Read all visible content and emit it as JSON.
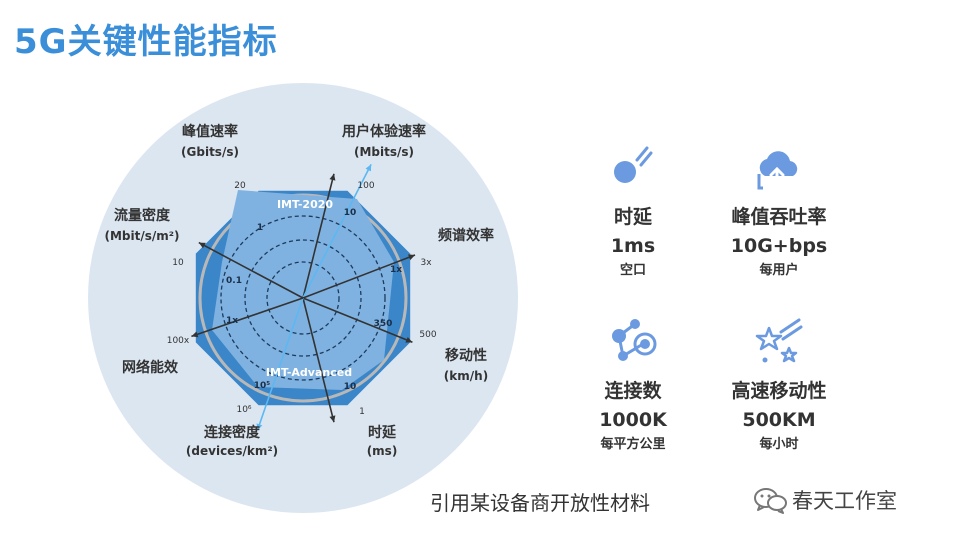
{
  "title": "5G关键性能指标",
  "radar": {
    "inner_label": "IMT-2020",
    "outer_label": "IMT-Advanced",
    "axes": [
      {
        "name": "峰值速率",
        "unit": "(Gbits/s)",
        "outer": "20",
        "inner": "1"
      },
      {
        "name": "用户体验速率",
        "unit": "(Mbits/s)",
        "outer": "100",
        "inner": "10"
      },
      {
        "name": "频谱效率",
        "unit": "",
        "outer": "3x",
        "inner": "1x"
      },
      {
        "name": "移动性",
        "unit": "(km/h)",
        "outer": "500",
        "inner": "350"
      },
      {
        "name": "时延",
        "unit": "(ms)",
        "outer": "1",
        "inner": "10"
      },
      {
        "name": "连接密度",
        "unit": "(devices/km²)",
        "outer": "10⁶",
        "inner": "10⁵"
      },
      {
        "name": "网络能效",
        "unit": "",
        "outer": "100x",
        "inner": "1x"
      },
      {
        "name": "流量密度",
        "unit": "(Mbit/s/m²)",
        "outer": "10",
        "inner": "0.1"
      }
    ]
  },
  "features": [
    {
      "label": "时延",
      "value": "1ms",
      "sub": "空口",
      "icon": "meteor-icon"
    },
    {
      "label": "峰值吞吐率",
      "value": "10G+bps",
      "sub": "每用户",
      "icon": "cloud-upload-icon"
    },
    {
      "label": "连接数",
      "value": "1000K",
      "sub": "每平方公里",
      "icon": "network-icon"
    },
    {
      "label": "高速移动性",
      "value": "500KM",
      "sub": "每小时",
      "icon": "shooting-stars-icon"
    }
  ],
  "source": "引用某设备商开放性材料",
  "brand": "春天工作室",
  "colors": {
    "title": "#3a8fd8",
    "octagon": "#3a86c8",
    "bg_circle": "#dce6f1",
    "icon": "#6b9ae0"
  }
}
